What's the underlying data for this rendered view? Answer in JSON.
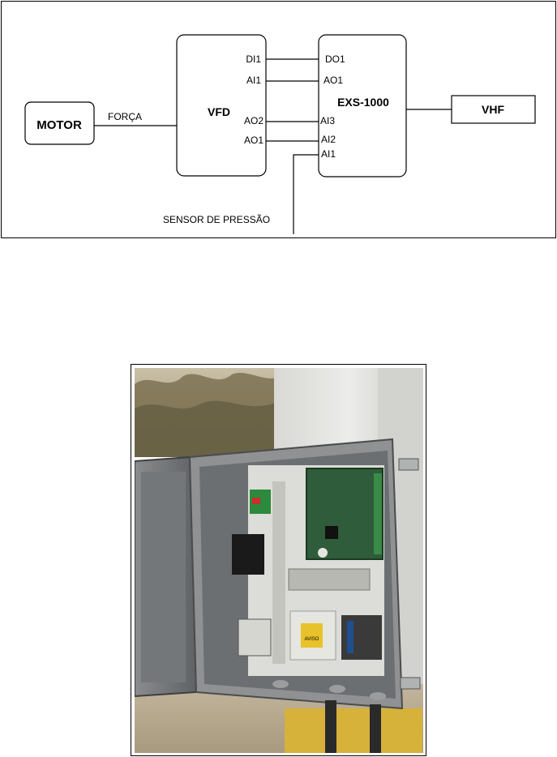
{
  "diagram": {
    "motor": "MOTOR",
    "forca": "FORÇA",
    "vfd": {
      "title": "VFD",
      "di1": "DI1",
      "ai1": "AI1",
      "ao2": "AO2",
      "ao1": "AO1"
    },
    "exs": {
      "title": "EXS-1000",
      "do1": "DO1",
      "ao1": "AO1",
      "ai3": "AI3",
      "ai2": "AI2",
      "ai1": "AI1"
    },
    "vhf": "VHF",
    "sensor": "SENSOR DE PRESSÃO"
  },
  "photo": {
    "warning_sign": "AVISO"
  }
}
